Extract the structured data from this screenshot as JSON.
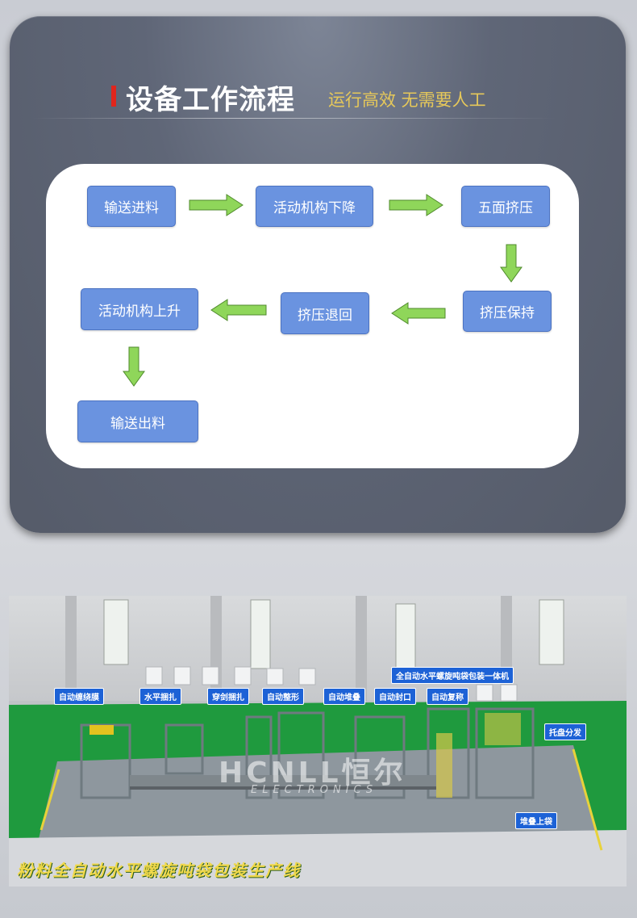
{
  "header": {
    "title": "设备工作流程",
    "subtitle": "运行高效 无需要人工"
  },
  "flow": {
    "steps": [
      "输送进料",
      "活动机构下降",
      "五面挤压",
      "挤压保持",
      "挤压退回",
      "活动机构上升",
      "输送出料"
    ]
  },
  "production_line": {
    "title": "粉料全自动水平螺旋吨袋包装生产线",
    "brand": "HCNLL恒尔",
    "brand_sub": "ELECTRONICS",
    "labels": [
      "自动缠绕膜",
      "水平捆扎",
      "穿剑捆扎",
      "自动整形",
      "自动堆叠",
      "自动封口",
      "自动复称",
      "全自动水平螺旋吨袋包装一体机",
      "托盘分发",
      "堆叠上袋"
    ]
  },
  "colors": {
    "accent_red": "#e0251c",
    "subtitle_gold": "#e6c85a",
    "step_blue": "#6a93e0",
    "arrow_green": "#8fd65a",
    "floor_green": "#1f9a3e"
  }
}
